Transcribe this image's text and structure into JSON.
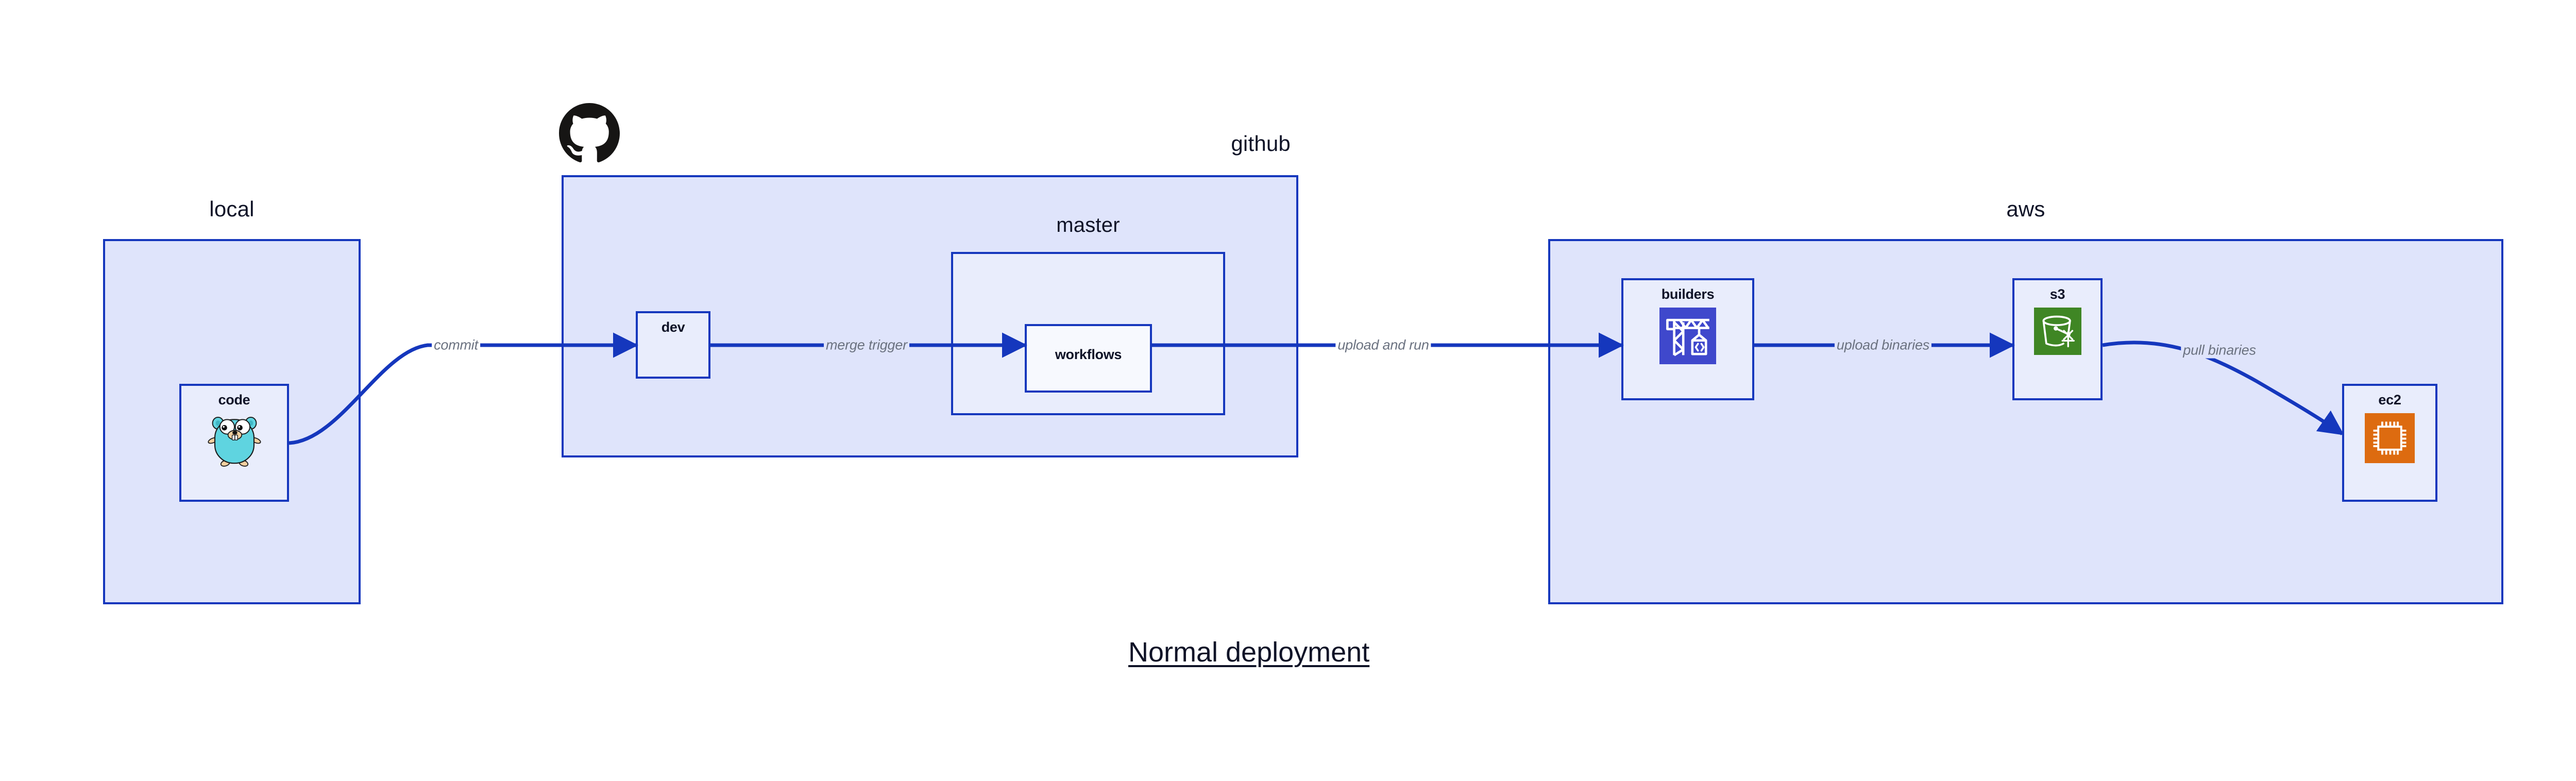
{
  "diagram": {
    "title": "Normal deployment",
    "colors": {
      "group_fill": "#dfe4fb",
      "node_fill": "#e9edfc",
      "border": "#1537bd",
      "edge": "#1537bd",
      "edge_label": "#6b7280",
      "text": "#0f1327",
      "codebuild_icon": "#3f48cc",
      "s3_icon": "#3f8624",
      "ec2_icon": "#dd6b10",
      "gopher_body": "#5fd4e0",
      "gopher_limb": "#f2cfa0",
      "octocat": "#161514"
    }
  },
  "groups": [
    {
      "id": "local",
      "label": "local",
      "label_align": "center"
    },
    {
      "id": "github",
      "label": "github",
      "label_align": "right"
    },
    {
      "id": "master",
      "label": "master",
      "label_align": "center"
    },
    {
      "id": "aws",
      "label": "aws",
      "label_align": "center"
    }
  ],
  "nodes": [
    {
      "id": "code",
      "label": "code",
      "icon": "go-gopher-icon",
      "parent": "local"
    },
    {
      "id": "dev",
      "label": "dev",
      "icon": null,
      "parent": "github"
    },
    {
      "id": "workflows",
      "label": "workflows",
      "icon": null,
      "parent": "master"
    },
    {
      "id": "builders",
      "label": "builders",
      "icon": "aws-codebuild-icon",
      "parent": "aws"
    },
    {
      "id": "s3",
      "label": "s3",
      "icon": "aws-s3-glacier-icon",
      "parent": "aws"
    },
    {
      "id": "ec2",
      "label": "ec2",
      "icon": "aws-ec2-icon",
      "parent": "aws"
    }
  ],
  "edges": [
    {
      "id": "code-to-dev",
      "label": "commit",
      "from": "code",
      "to": "dev"
    },
    {
      "id": "dev-to-workflows",
      "label": "merge trigger",
      "from": "dev",
      "to": "workflows"
    },
    {
      "id": "workflows-to-builders",
      "label": "upload and run",
      "from": "workflows",
      "to": "builders"
    },
    {
      "id": "builders-to-s3",
      "label": "upload binaries",
      "from": "builders",
      "to": "s3"
    },
    {
      "id": "s3-to-ec2",
      "label": "pull binaries",
      "from": "s3",
      "to": "ec2"
    }
  ],
  "logos": [
    {
      "id": "github-logo",
      "name": "github-octocat-icon"
    }
  ]
}
